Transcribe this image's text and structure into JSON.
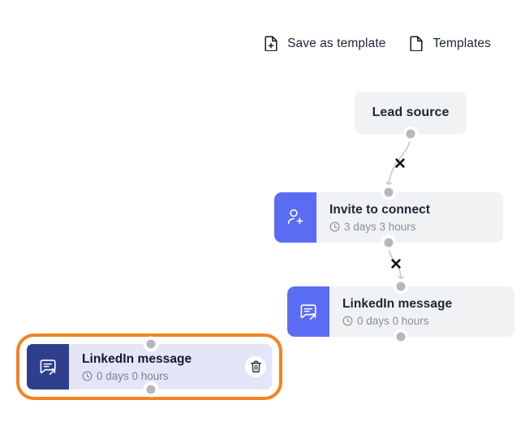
{
  "toolbar": {
    "buttons": [
      {
        "label": "Save as template",
        "icon": "document-plus-icon"
      },
      {
        "label": "Templates",
        "icon": "document-icon"
      }
    ]
  },
  "canvas": {
    "nodes": [
      {
        "id": "lead-source",
        "title": "Lead source",
        "type": "trigger",
        "icon": null,
        "duration": null,
        "selected": false
      },
      {
        "id": "invite-to-connect",
        "title": "Invite to connect",
        "type": "action",
        "icon": "user-plus-icon",
        "duration": "3 days 3 hours",
        "selected": false
      },
      {
        "id": "linkedin-message",
        "title": "LinkedIn message",
        "type": "action",
        "icon": "message-send-icon",
        "duration": "0 days 0 hours",
        "selected": false
      },
      {
        "id": "linkedin-message-selected",
        "title": "LinkedIn message",
        "type": "action",
        "icon": "message-send-icon",
        "duration": "0 days 0 hours",
        "selected": true,
        "delete_icon": "trash-icon"
      }
    ],
    "edges": [
      {
        "from": "lead-source",
        "to": "invite-to-connect",
        "marker": "close-x-icon"
      },
      {
        "from": "invite-to-connect",
        "to": "linkedin-message",
        "marker": "close-x-icon"
      }
    ]
  },
  "colors": {
    "accent_blue": "#5a6cf4",
    "selected_icon_blue": "#2f3f8f",
    "selected_body": "#e5e5f8",
    "selection_outline": "#f5821f",
    "node_bg": "#f1f2f4",
    "handle": "#b6b8be",
    "title_text": "#1f2733",
    "sub_text": "#8b8f9b",
    "page_bg": "#ffffff"
  }
}
